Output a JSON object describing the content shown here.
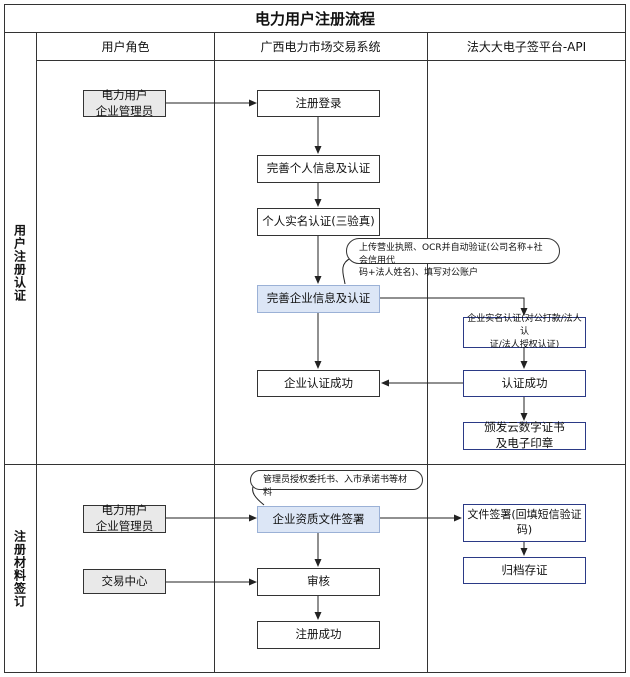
{
  "title": "电力用户注册流程",
  "lanes": {
    "role": "用户角色",
    "system": "广西电力市场交易系统",
    "api": "法大大电子签平台-API"
  },
  "phases": {
    "auth": "用户注册认证",
    "sign": "注册材料签订"
  },
  "nodes": {
    "role_user_1": [
      "电力用户",
      "企业管理员"
    ],
    "register": "注册登录",
    "personal_info": "完善个人信息及认证",
    "realname": "个人实名认证(三验真)",
    "enterprise_info": "完善企业信息及认证",
    "enterprise_success": "企业认证成功",
    "api_enterprise_auth": [
      "企业实名认证(对公打款/法人认",
      "证/法人授权认证)"
    ],
    "api_auth_success": "认证成功",
    "api_cert": [
      "颁发云数字证书",
      "及电子印章"
    ],
    "role_user_2": [
      "电力用户",
      "企业管理员"
    ],
    "role_center": "交易中心",
    "sign_docs": "企业资质文件签署",
    "review": "审核",
    "reg_success": "注册成功",
    "api_sign": [
      "文件签署(回填短信验证",
      "码)"
    ],
    "api_archive": "归档存证"
  },
  "notes": {
    "upload": [
      "上传营业执照、OCR并自动验证(公司名称+社会信用代",
      "码+法人姓名)、填写对公账户"
    ],
    "materials": "管理员授权委托书、入市承诺书等材料"
  },
  "colors": {
    "highlight_fill": "#dce6f6",
    "highlight_border": "#9bb1d6",
    "role_fill": "#e9e9e9",
    "api_border": "#2b3a86"
  }
}
